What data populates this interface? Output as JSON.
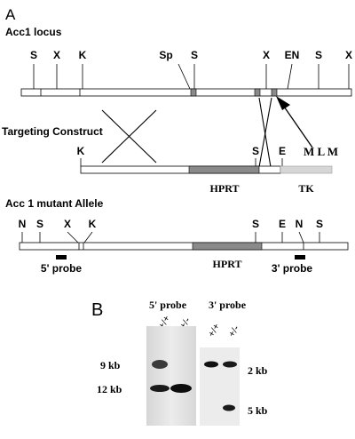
{
  "panel_a": {
    "label": "A",
    "locus": {
      "title": "Acc1 locus",
      "sites": [
        "S",
        "X",
        "K",
        "Sp",
        "S",
        "X",
        "EN",
        "S",
        "X"
      ]
    },
    "construct": {
      "title": "Targeting Construct",
      "sites": [
        "K",
        "S",
        "E"
      ],
      "boxes": [
        "HPRT",
        "TK"
      ],
      "suffix": "M L M"
    },
    "mutant": {
      "title": "Acc 1 mutant Allele",
      "sites": [
        "N",
        "S",
        "X",
        "K",
        "S",
        "E",
        "N",
        "S"
      ],
      "box": "HPRT",
      "probes": [
        "5' probe",
        "3' probe"
      ]
    }
  },
  "panel_b": {
    "label": "B",
    "blot1": {
      "title": "5' probe",
      "lanes": [
        "+/+",
        "+/-"
      ],
      "sizes": [
        "9 kb",
        "12 kb"
      ]
    },
    "blot2": {
      "title": "3' probe",
      "lanes": [
        "+/+",
        "+/-"
      ],
      "sizes": [
        "2 kb",
        "5 kb"
      ]
    }
  },
  "colors": {
    "hprt_box": "#8a8a8a",
    "tk_box": "#d6d6d6",
    "exon": "#8a8a8a",
    "blot_background": "#e6e6e6",
    "band": "#1a1a1a"
  }
}
